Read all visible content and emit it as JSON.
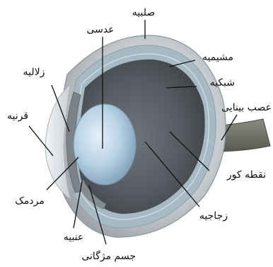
{
  "labels": {
    "sclera": "صلبیه",
    "lens": "عدسی",
    "choroid": "مشیمیه",
    "retina": "شبکیه",
    "optic_nerve": "عصب بینایی",
    "blind_spot": "نقطه کور",
    "vitreous": "زجاجیه",
    "ciliary_body": "جسم مژگانی",
    "iris": "عنبیه",
    "pupil": "مردمک",
    "cornea": "قرنیه",
    "aqueous": "زلالیه"
  },
  "colors": {
    "sclera": "#c8ccd0",
    "choroid": "#9fb3bc",
    "interior": "#5c6268",
    "lens": "#b9d3e6",
    "optic_nerve": "#6f7366"
  }
}
